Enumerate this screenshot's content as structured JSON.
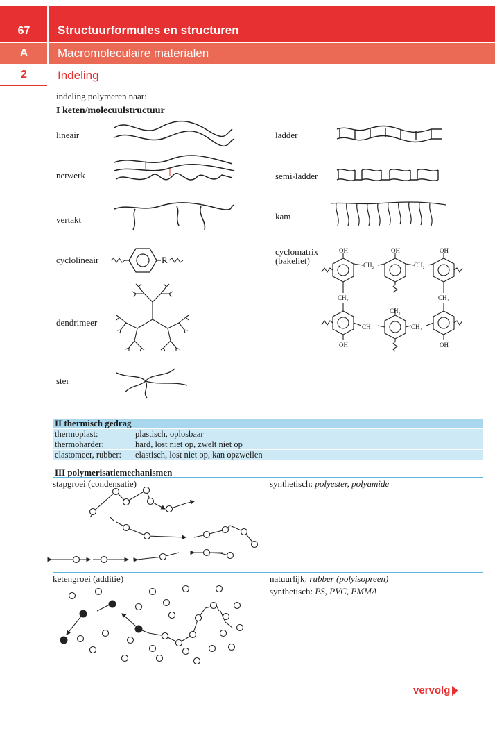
{
  "header": {
    "row1": {
      "number": "67",
      "title": "Structuurformules en structuren"
    },
    "row2": {
      "letter": "A",
      "title": "Macromoleculaire materialen"
    },
    "row3": {
      "number": "2",
      "title": "Indeling"
    }
  },
  "intro": "indeling polymeren naar:",
  "section1": {
    "heading": "I keten/molecuulstructuur",
    "left": [
      "lineair",
      "netwerk",
      "vertakt",
      "cyclolineair",
      "dendrimeer",
      "ster"
    ],
    "right": [
      "ladder",
      "semi-ladder",
      "kam"
    ],
    "cyclomatrix": {
      "line1": "cyclomatrix",
      "line2": "(bakeliet)"
    },
    "chem": {
      "oh": "OH",
      "ch2": "CH₂",
      "r": "R"
    }
  },
  "section2": {
    "heading": "II thermisch gedrag",
    "rows": [
      {
        "key": "thermoplast:",
        "value": "plastisch, oplosbaar"
      },
      {
        "key": "thermoharder:",
        "value": "hard, lost niet op, zwelt niet op"
      },
      {
        "key": "elastomeer, rubber:",
        "value": "elastisch, lost niet op, kan opzwellen"
      }
    ]
  },
  "section3": {
    "heading": "III polymerisatiemechanismen",
    "step": {
      "label": "stapgroei (condensatie)",
      "synth_prefix": "synthetisch: ",
      "synth_items": "polyester, polyamide"
    },
    "chain": {
      "label": "ketengroei (additie)",
      "nat_prefix": "natuurlijk: ",
      "nat_items": "rubber (polyisopreen)",
      "synth_prefix": "synthetisch: ",
      "synth_items": "PS, PVC, PMMA"
    }
  },
  "footer": {
    "vervolg": "vervolg"
  },
  "colors": {
    "red": "#e63032",
    "salmon": "#ea6a55",
    "table_blue": "#cde9f6",
    "table_head": "#a9d8ee"
  }
}
